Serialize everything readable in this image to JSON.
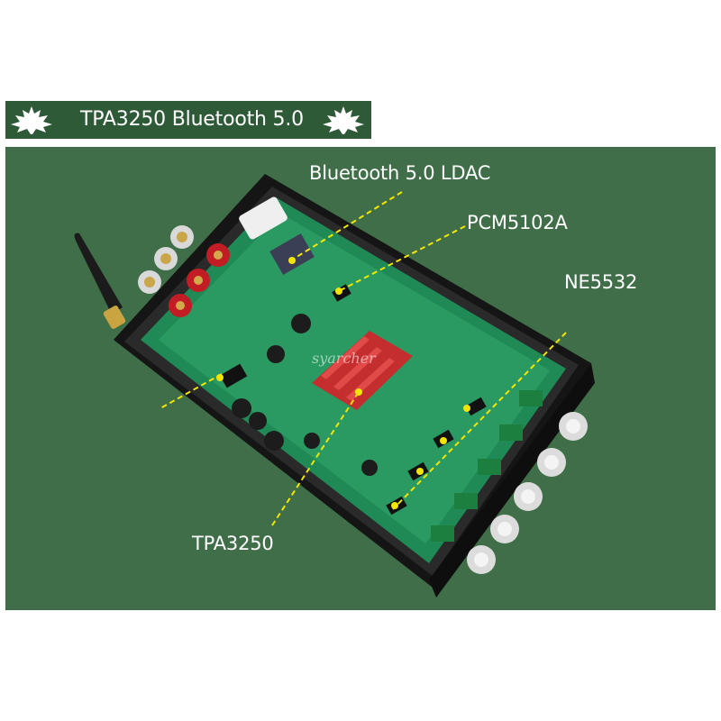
{
  "banner": {
    "title": "TPA3250 Bluetooth 5.0",
    "background": "#2f5a38",
    "decoration_icon": "maple-leaf-icon"
  },
  "photo": {
    "background": "#3f6e48",
    "callout_color": "#f2e600",
    "labels": {
      "bluetooth": "Bluetooth 5.0 LDAC",
      "dac": "PCM5102A",
      "opamp": "NE5532",
      "amp": "TPA3250"
    },
    "watermark": "syarcher"
  }
}
